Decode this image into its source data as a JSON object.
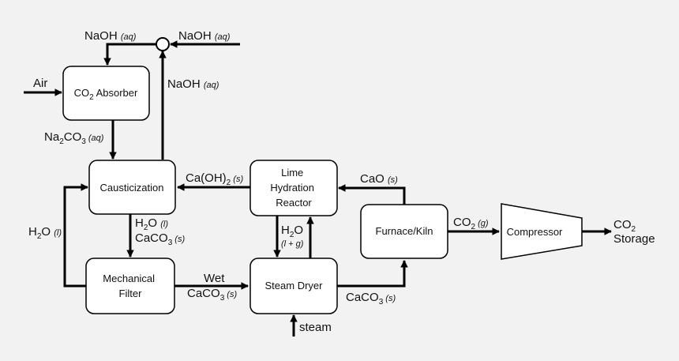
{
  "nodes": {
    "absorber": {
      "pre": "CO",
      "sub": "2",
      "post": " Absorber"
    },
    "causticization": "Causticization",
    "lime_hydration": {
      "l1": "Lime",
      "l2": "Hydration",
      "l3": "Reactor"
    },
    "furnace": "Furnace/Kiln",
    "compressor": "Compressor",
    "filter": {
      "l1": "Mechanical",
      "l2": "Filter"
    },
    "dryer": "Steam Dryer"
  },
  "streams": {
    "naoh_to_absorber": {
      "text": "NaOH ",
      "state": "(aq)"
    },
    "naoh_makeup": {
      "text": "NaOH ",
      "state": "(aq)"
    },
    "naoh_recycle": {
      "text": "NaOH ",
      "state": "(aq)"
    },
    "air": "Air",
    "na2co3": {
      "a": "Na",
      "s1": "2",
      "b": "CO",
      "s2": "3",
      "state": " (aq)"
    },
    "caoh2": {
      "a": "Ca(OH)",
      "s1": "2",
      "state": " (s)"
    },
    "cao": {
      "a": "CaO ",
      "state": "(s)"
    },
    "co2_gas": {
      "a": "CO",
      "s1": "2",
      "state": " (g)"
    },
    "storage": {
      "a": "CO",
      "s1": "2",
      "b": "Storage"
    },
    "h2o_recycle": {
      "a": "H",
      "s1": "2",
      "b": "O ",
      "state": "(l)"
    },
    "h2o_caco3": {
      "a": "H",
      "s1": "2",
      "b": "O ",
      "state": "(l)",
      "c": "CaCO",
      "s2": "3",
      "state2": " (s)"
    },
    "h2o_dryer": {
      "a": "H",
      "s1": "2",
      "b": "O",
      "state": "(l + g)"
    },
    "wet_caco3": {
      "w": "Wet",
      "c": "CaCO",
      "s2": "3",
      "state": " (s)"
    },
    "caco3_dry": {
      "c": "CaCO",
      "s2": "3",
      "state": " (s)"
    },
    "steam": "steam"
  }
}
